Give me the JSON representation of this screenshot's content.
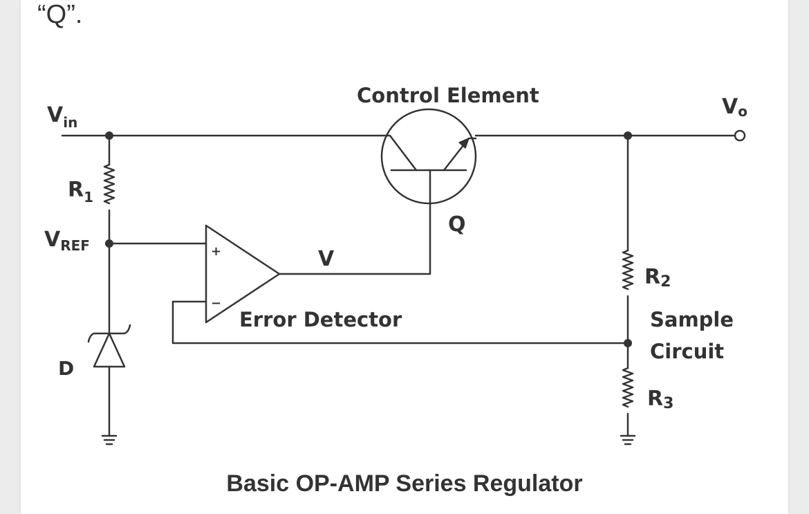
{
  "top_text": "“Q”.",
  "diagram": {
    "caption": "Basic OP-AMP Series Regulator",
    "labels": {
      "vin_main": "V",
      "vin_sub": "in",
      "vo_main": "V",
      "vo_sub": "o",
      "r1_main": "R",
      "r1_sub": "1",
      "vref_main": "V",
      "vref_sub": "REF",
      "d": "D",
      "control_element": "Control Element",
      "q": "Q",
      "v": "V",
      "error_detector": "Error Detector",
      "r2_main": "R",
      "r2_sub": "2",
      "r3_main": "R",
      "r3_sub": "3",
      "sample": "Sample",
      "circuit": "Circuit",
      "plus": "+",
      "minus": "−"
    },
    "colors": {
      "ink": "#333333",
      "background": "#ffffff"
    }
  }
}
